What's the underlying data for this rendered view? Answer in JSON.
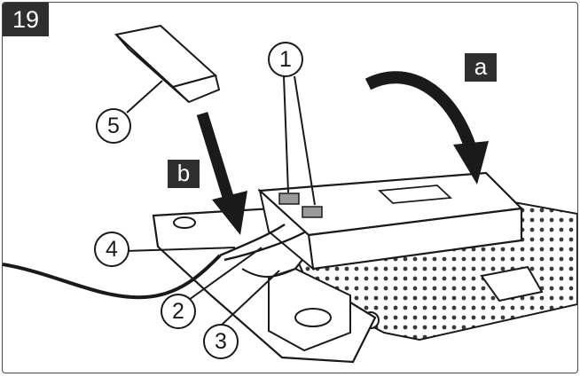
{
  "step_number": "19",
  "letter_labels": {
    "a": "a",
    "b": "b"
  },
  "callouts": {
    "c1": "1",
    "c2": "2",
    "c3": "3",
    "c4": "4",
    "c5": "5"
  },
  "colors": {
    "badge": "#2f2f2f",
    "line": "#1a1a1a",
    "fill": "#ffffff",
    "accent": "#c8c8c8"
  }
}
